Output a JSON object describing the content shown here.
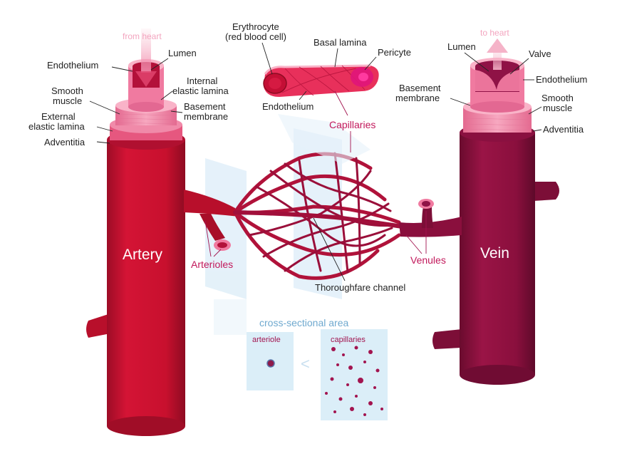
{
  "labels": {
    "from_heart": "from heart",
    "to_heart": "to heart",
    "artery": "Artery",
    "vein": "Vein",
    "artery_layers": {
      "endothelium": "Endothelium",
      "lumen": "Lumen",
      "smooth_muscle_1": "Smooth",
      "smooth_muscle_2": "muscle",
      "internal_lamina_1": "Internal",
      "internal_lamina_2": "elastic lamina",
      "basement_1": "Basement",
      "basement_2": "membrane",
      "external_lamina_1": "External",
      "external_lamina_2": "elastic lamina",
      "adventitia": "Adventitia"
    },
    "capillary": {
      "erythrocyte": "Erythrocyte",
      "rbc": "(red blood cell)",
      "basal_lamina": "Basal lamina",
      "pericyte": "Pericyte",
      "endothelium": "Endothelium",
      "capillaries": "Capillaries"
    },
    "vein_layers": {
      "lumen": "Lumen",
      "valve": "Valve",
      "endothelium": "Endothelium",
      "basement_1": "Basement",
      "basement_2": "membrane",
      "smooth_muscle_1": "Smooth",
      "smooth_muscle_2": "muscle",
      "adventitia": "Adventitia"
    },
    "arterioles": "Arterioles",
    "venules": "Venules",
    "thoroughfare": "Thoroughfare channel",
    "cross_section": {
      "title": "cross-sectional area",
      "arteriole": "arteriole",
      "capillaries": "capillaries",
      "comparator": "<"
    }
  },
  "colors": {
    "artery": "#c8102e",
    "artery_dark": "#8e0b22",
    "vein": "#8a0f3d",
    "vein_dark": "#5e0a2a",
    "wall_pink": "#f07aa0",
    "wall_light": "#f9b3c8",
    "label_red": "#c2185b",
    "cross_section_blue": "#6fa9cf",
    "panel_blue": "#d5ebf7"
  }
}
